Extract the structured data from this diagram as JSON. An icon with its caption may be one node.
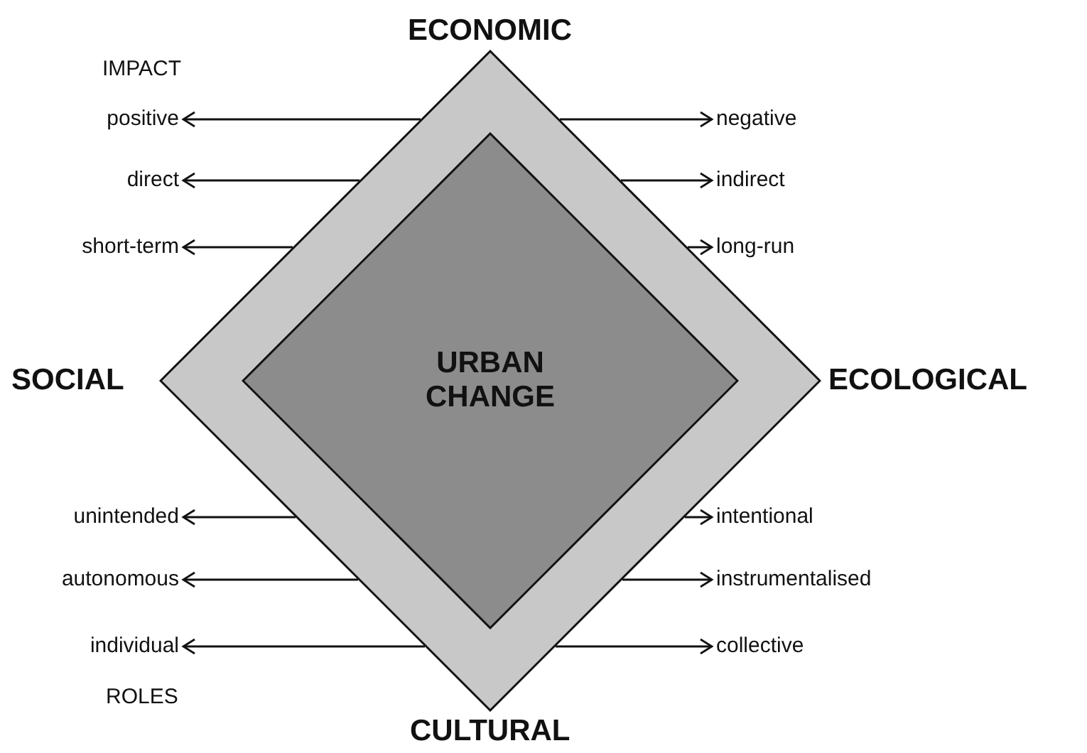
{
  "diagram": {
    "nodes": [
      {
        "text": [],
        "shape": "diamond"
      },
      {
        "text": [
          "URBAN CHANGE"
        ],
        "in": 0
      },
      {
        "text": [
          "positive"
        ]
      },
      {
        "text": [
          "negative"
        ]
      },
      {
        "text": [
          "direct"
        ]
      },
      {
        "text": [
          "indirect"
        ]
      },
      {
        "text": [
          "short-term"
        ]
      },
      {
        "text": [
          "long-run"
        ]
      },
      {
        "text": [
          "unintended"
        ]
      },
      {
        "text": [
          "intentional"
        ]
      },
      {
        "text": [
          "autonomous"
        ]
      },
      {
        "text": [
          "instrumentalised"
        ]
      },
      {
        "text": [
          "individual"
        ]
      },
      {
        "text": [
          "collective"
        ]
      }
    ],
    "edges": [
      {
        "from": 0,
        "to": 2,
        "arrow": "to"
      },
      {
        "from": 0,
        "to": 3,
        "arrow": "to"
      },
      {
        "from": 0,
        "to": 4,
        "arrow": "to"
      },
      {
        "from": 0,
        "to": 5,
        "arrow": "to"
      },
      {
        "from": 0,
        "to": 6,
        "arrow": "to"
      },
      {
        "from": 0,
        "to": 7,
        "arrow": "to"
      },
      {
        "from": 0,
        "to": 8,
        "arrow": "to"
      },
      {
        "from": 0,
        "to": 9,
        "arrow": "to"
      },
      {
        "from": 0,
        "to": 10,
        "arrow": "to"
      },
      {
        "from": 0,
        "to": 11,
        "arrow": "to"
      },
      {
        "from": 0,
        "to": 12,
        "arrow": "to"
      },
      {
        "from": 0,
        "to": 13,
        "arrow": "to"
      }
    ],
    "labels": [
      "ECONOMIC",
      "IMPACT",
      "SOCIAL",
      "ECOLOGICAL",
      "ROLES",
      "CULTURAL"
    ]
  }
}
